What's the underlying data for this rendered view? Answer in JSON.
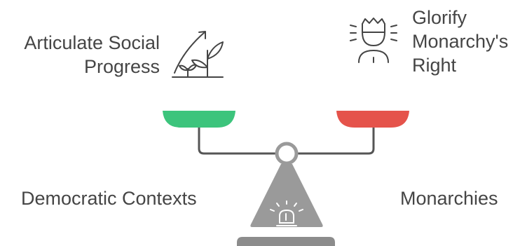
{
  "left": {
    "title_lines": [
      "Articulate Social",
      "Progress"
    ],
    "context": "Democratic Contexts",
    "icon": "growing-plant-icon",
    "pan_color": "#3cc47c"
  },
  "right": {
    "title_lines": [
      "Glorify",
      "Monarchy's",
      "Right"
    ],
    "context": "Monarchies",
    "icon": "crowned-person-icon",
    "pan_color": "#e5534b"
  },
  "scale": {
    "icon": "balance-scale-icon",
    "beam_color": "#555555",
    "base_color": "#999999"
  }
}
